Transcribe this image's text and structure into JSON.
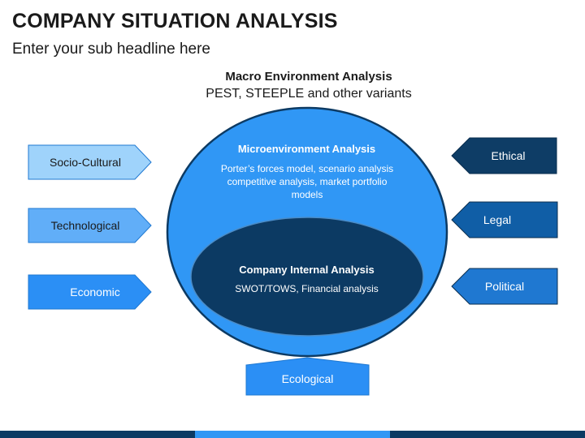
{
  "slide": {
    "title": "COMPANY SITUATION ANALYSIS",
    "subtitle": "Enter your sub headline here"
  },
  "macro": {
    "title": "Macro Environment Analysis",
    "subtitle": "PEST, STEEPLE and other variants"
  },
  "micro": {
    "title": "Microenvironment Analysis",
    "body": "Porter’s forces model, scenario analysis competitive analysis, market portfolio models"
  },
  "internal": {
    "title": "Company Internal Analysis",
    "body": "SWOT/TOWS, Financial analysis"
  },
  "factors": {
    "left": [
      {
        "label": "Socio-Cultural",
        "fill": "#9fd3fb"
      },
      {
        "label": "Technological",
        "fill": "#61aef8"
      },
      {
        "label": "Economic",
        "fill": "#2b8ff5"
      }
    ],
    "right": [
      {
        "label": "Ethical",
        "fill": "#0e3d66"
      },
      {
        "label": "Legal",
        "fill": "#105ea6"
      },
      {
        "label": "Political",
        "fill": "#1f78d1"
      }
    ],
    "bottom": {
      "label": "Ecological",
      "fill": "#2b8ff5"
    }
  },
  "colors": {
    "micro_fill": "#3097f5",
    "internal_fill": "#0c3a63",
    "footer_dark": "#0c3a63",
    "footer_light": "#3097f5"
  }
}
